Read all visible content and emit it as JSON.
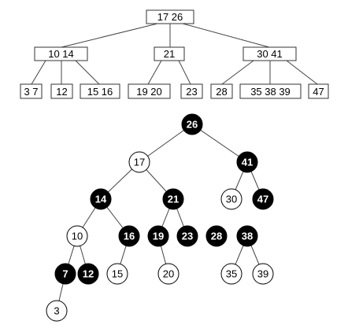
{
  "colors": {
    "black_node_fill": "#000000",
    "red_node_fill": "#ffffff",
    "node_stroke": "#000000",
    "edge": "#444444"
  },
  "btree": {
    "nodes": [
      {
        "id": "b-root",
        "keys": "17 26"
      },
      {
        "id": "b-left",
        "keys": "10 14"
      },
      {
        "id": "b-mid",
        "keys": "21"
      },
      {
        "id": "b-right",
        "keys": "30 41"
      },
      {
        "id": "b-l1",
        "keys": "3 7"
      },
      {
        "id": "b-l2",
        "keys": "12"
      },
      {
        "id": "b-l3",
        "keys": "15 16"
      },
      {
        "id": "b-l4",
        "keys": "19 20"
      },
      {
        "id": "b-l5",
        "keys": "23"
      },
      {
        "id": "b-l6",
        "keys": "28"
      },
      {
        "id": "b-l7",
        "keys": "35 38 39"
      },
      {
        "id": "b-l8",
        "keys": "47"
      }
    ]
  },
  "rbtree": {
    "nodes": [
      {
        "id": "r26",
        "key": "26",
        "color": "black"
      },
      {
        "id": "r17",
        "key": "17",
        "color": "red"
      },
      {
        "id": "r41",
        "key": "41",
        "color": "black"
      },
      {
        "id": "r14",
        "key": "14",
        "color": "black"
      },
      {
        "id": "r21",
        "key": "21",
        "color": "black"
      },
      {
        "id": "r30",
        "key": "30",
        "color": "red"
      },
      {
        "id": "r47",
        "key": "47",
        "color": "black"
      },
      {
        "id": "r10",
        "key": "10",
        "color": "red"
      },
      {
        "id": "r16",
        "key": "16",
        "color": "black"
      },
      {
        "id": "r19",
        "key": "19",
        "color": "black"
      },
      {
        "id": "r23",
        "key": "23",
        "color": "black"
      },
      {
        "id": "r28",
        "key": "28",
        "color": "black"
      },
      {
        "id": "r38",
        "key": "38",
        "color": "black"
      },
      {
        "id": "r7",
        "key": "7",
        "color": "black"
      },
      {
        "id": "r12",
        "key": "12",
        "color": "black"
      },
      {
        "id": "r15",
        "key": "15",
        "color": "red"
      },
      {
        "id": "r20",
        "key": "20",
        "color": "red"
      },
      {
        "id": "r35",
        "key": "35",
        "color": "red"
      },
      {
        "id": "r39",
        "key": "39",
        "color": "red"
      },
      {
        "id": "r3",
        "key": "3",
        "color": "red"
      }
    ]
  }
}
